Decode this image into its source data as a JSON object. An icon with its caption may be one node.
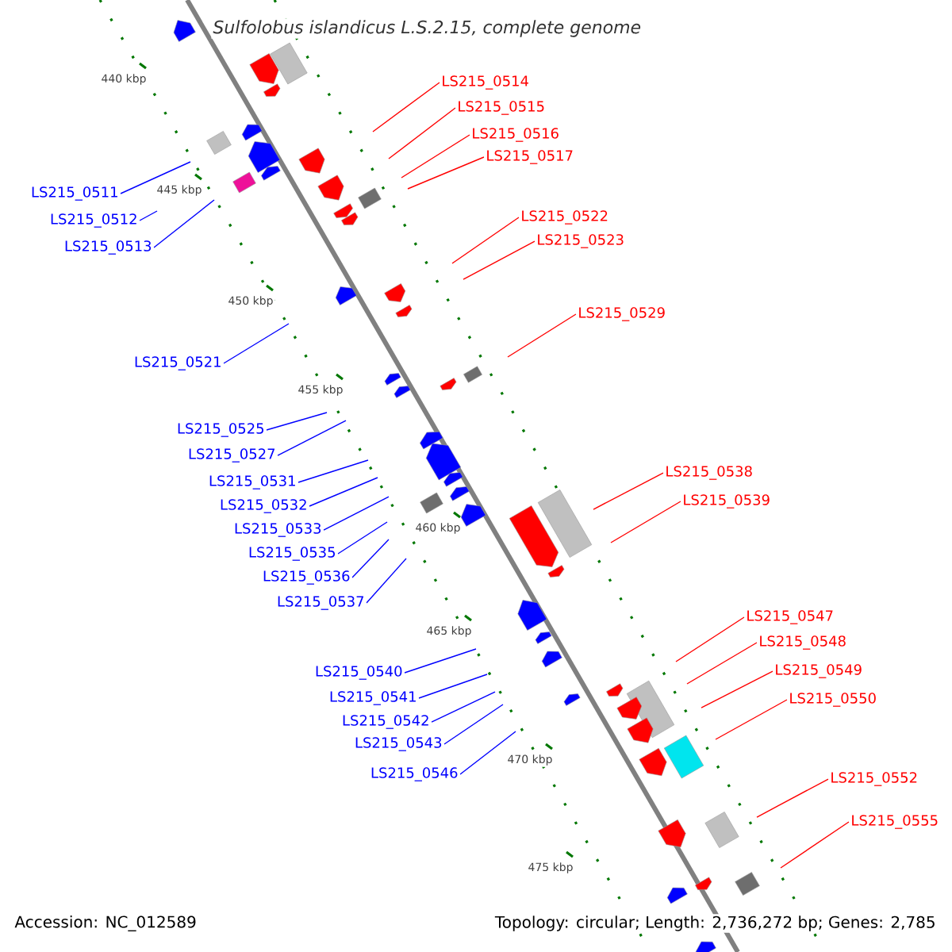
{
  "diagram": {
    "title": "Sulfolobus islandicus L.S.2.15, complete genome",
    "nodes": [
      {
        "text": [
          "LS215_0514"
        ]
      },
      {
        "text": [
          "LS215_0515"
        ]
      },
      {
        "text": [
          "LS215_0516"
        ]
      },
      {
        "text": [
          "LS215_0517"
        ]
      },
      {
        "text": [
          "LS215_0511"
        ]
      },
      {
        "text": [
          "LS215_0522"
        ]
      },
      {
        "text": [
          "LS215_0512"
        ]
      },
      {
        "text": [
          "LS215_0523"
        ]
      },
      {
        "text": [
          "LS215_0513"
        ]
      },
      {
        "text": [
          "LS215_0529"
        ]
      },
      {
        "text": [
          "LS215_0521"
        ]
      },
      {
        "text": [
          "LS215_0525"
        ]
      },
      {
        "text": [
          "LS215_0527"
        ]
      },
      {
        "text": [
          "LS215_0538"
        ]
      },
      {
        "text": [
          "LS215_0531"
        ]
      },
      {
        "text": [
          "LS215_0539"
        ]
      },
      {
        "text": [
          "LS215_0532"
        ]
      },
      {
        "text": [
          "LS215_0533"
        ]
      },
      {
        "text": [
          "LS215_0535"
        ]
      },
      {
        "text": [
          "LS215_0536"
        ]
      },
      {
        "text": [
          "LS215_0537"
        ]
      },
      {
        "text": [
          "LS215_0547"
        ]
      },
      {
        "text": [
          "LS215_0548"
        ]
      },
      {
        "text": [
          "LS215_0549"
        ]
      },
      {
        "text": [
          "LS215_0550"
        ]
      },
      {
        "text": [
          "LS215_0540"
        ]
      },
      {
        "text": [
          "LS215_0541"
        ]
      },
      {
        "text": [
          "LS215_0542"
        ]
      },
      {
        "text": [
          "LS215_0543"
        ]
      },
      {
        "text": [
          "LS215_0546"
        ]
      },
      {
        "text": [
          "LS215_0552"
        ]
      },
      {
        "text": [
          "LS215_0555"
        ]
      }
    ],
    "edges": [
      {
        "from": 0,
        "to": null,
        "arrow": "none",
        "color": "#ff0000"
      },
      {
        "from": 1,
        "to": null,
        "arrow": "none",
        "color": "#ff0000"
      },
      {
        "from": 2,
        "to": null,
        "arrow": "none",
        "color": "#ff0000"
      },
      {
        "from": 3,
        "to": null,
        "arrow": "none",
        "color": "#ff0000"
      },
      {
        "from": 4,
        "to": null,
        "arrow": "none"
      },
      {
        "from": 5,
        "to": null,
        "arrow": "none",
        "color": "#ff0000"
      },
      {
        "from": 6,
        "to": null,
        "arrow": "none"
      },
      {
        "from": 7,
        "to": null,
        "arrow": "none",
        "color": "#ff0000"
      },
      {
        "from": 8,
        "to": null,
        "arrow": "none"
      },
      {
        "from": 9,
        "to": null,
        "arrow": "none",
        "color": "#ff0000"
      },
      {
        "from": 10,
        "to": null,
        "arrow": "none"
      },
      {
        "from": 11,
        "to": null,
        "arrow": "none"
      },
      {
        "from": 12,
        "to": null,
        "arrow": "none"
      },
      {
        "from": 13,
        "to": null,
        "arrow": "none",
        "color": "#ff0000"
      },
      {
        "from": 14,
        "to": null,
        "arrow": "none"
      },
      {
        "from": 15,
        "to": null,
        "arrow": "none",
        "color": "#ff0000"
      },
      {
        "from": 16,
        "to": null,
        "arrow": "none"
      },
      {
        "from": 17,
        "to": null,
        "arrow": "none"
      },
      {
        "from": 18,
        "to": null,
        "arrow": "none"
      },
      {
        "from": 19,
        "to": null,
        "arrow": "none"
      },
      {
        "from": 20,
        "to": null,
        "arrow": "none"
      },
      {
        "from": 21,
        "to": null,
        "arrow": "none",
        "color": "#ff0000"
      },
      {
        "from": 22,
        "to": null,
        "arrow": "none",
        "color": "#ff0000"
      },
      {
        "from": 23,
        "to": null,
        "arrow": "none",
        "color": "#ff0000"
      },
      {
        "from": 24,
        "to": null,
        "arrow": "none",
        "color": "#ff0000"
      },
      {
        "from": 25,
        "to": null,
        "arrow": "none"
      },
      {
        "from": 26,
        "to": null,
        "arrow": "none"
      },
      {
        "from": 27,
        "to": null,
        "arrow": "none"
      },
      {
        "from": 28,
        "to": null,
        "arrow": "none"
      },
      {
        "from": 29,
        "to": null,
        "arrow": "none"
      },
      {
        "from": 30,
        "to": null,
        "arrow": "none",
        "color": "#ff0000"
      },
      {
        "from": 31,
        "to": null,
        "arrow": "none",
        "color": "#ff0000"
      }
    ],
    "labels": [
      "440 kbp",
      "445 kbp",
      "450 kbp",
      "455 kbp",
      "460 kbp",
      "465 kbp",
      "470 kbp",
      "475 kbp",
      "Accession: NC_012589",
      "Topology: circular; Length: 2,736,272 bp; Genes: 2,785"
    ]
  }
}
